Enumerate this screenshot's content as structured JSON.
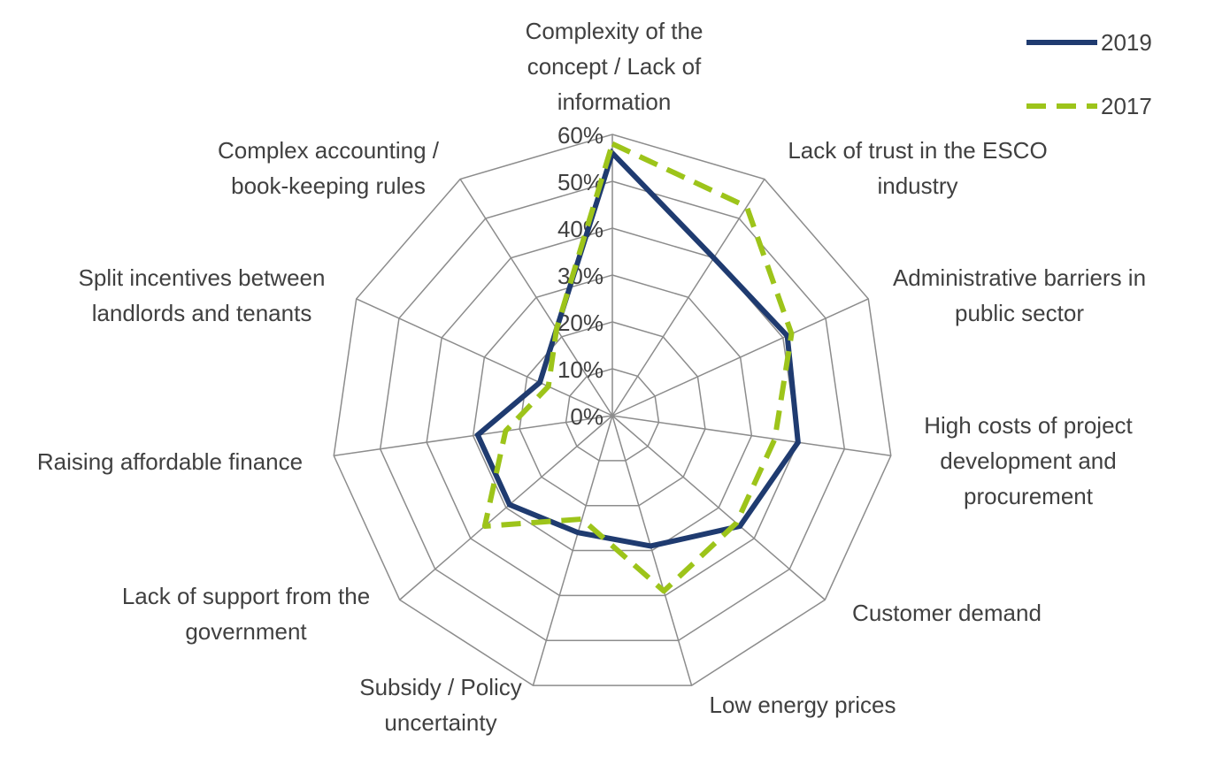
{
  "chart_data": {
    "type": "radar",
    "categories": [
      [
        "Complexity of the",
        "concept / Lack of",
        "information"
      ],
      [
        "Lack of trust in the ESCO",
        "industry"
      ],
      [
        "Administrative barriers in",
        "public sector"
      ],
      [
        "High costs of project",
        "development and",
        "procurement"
      ],
      [
        "Customer demand"
      ],
      [
        "Low energy prices"
      ],
      [
        "Subsidy / Policy",
        "uncertainty"
      ],
      [
        "Lack of support from the",
        "government"
      ],
      [
        "Raising affordable finance"
      ],
      [
        "Split incentives between",
        "landlords and tenants"
      ],
      [
        "Complex accounting /",
        "book-keeping rules"
      ]
    ],
    "ticks": [
      "0%",
      "10%",
      "20%",
      "30%",
      "40%",
      "50%",
      "60%"
    ],
    "rmax": 60,
    "series": [
      {
        "name": "2019",
        "color": "#1f3b70",
        "dash": "solid",
        "values": [
          56,
          40,
          41,
          40,
          36,
          29,
          26,
          29,
          29,
          17,
          22
        ]
      },
      {
        "name": "2017",
        "color": "#9dc41a",
        "dash": "dashed",
        "values": [
          58,
          53,
          42,
          35,
          35,
          39,
          23,
          36,
          23,
          15,
          22
        ]
      }
    ],
    "legend_position": "top-right",
    "grid": true
  }
}
